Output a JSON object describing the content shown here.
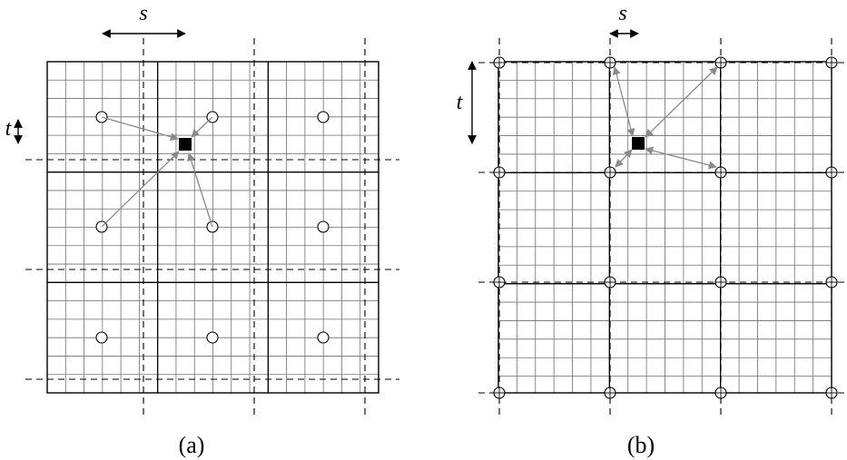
{
  "panels": {
    "a": {
      "caption": "(a)",
      "s_label": "s",
      "t_label": "t"
    },
    "b": {
      "caption": "(b)",
      "s_label": "s",
      "t_label": "t"
    }
  },
  "colors": {
    "line": "#000000",
    "fine_grid": "#6f6f6f",
    "arrow": "#8a8a8a",
    "background": "#ffffff"
  }
}
